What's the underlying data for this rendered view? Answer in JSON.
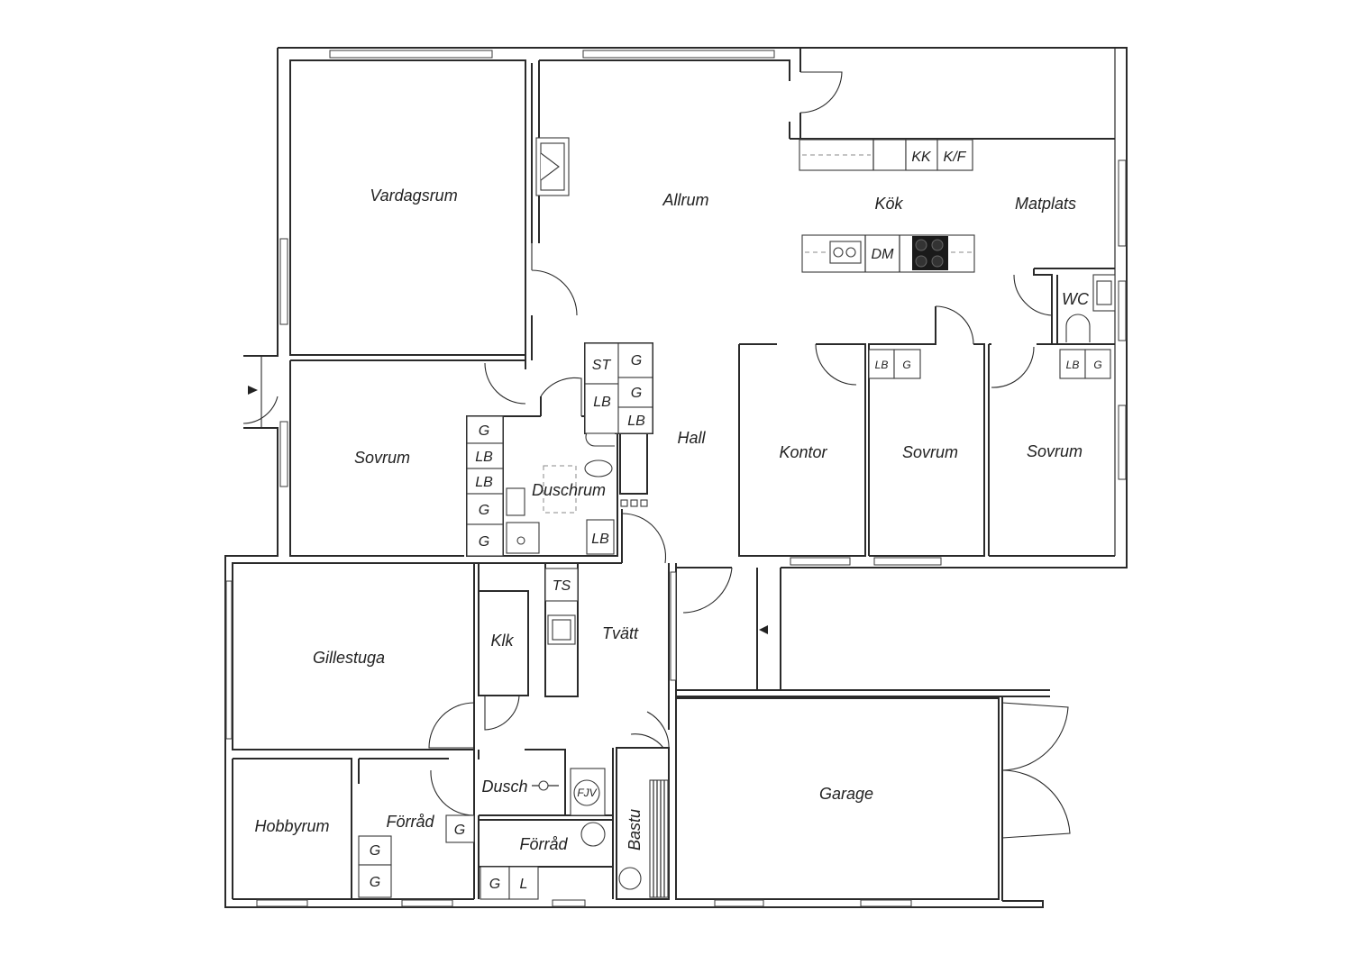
{
  "rooms": {
    "vardagsrum": "Vardagsrum",
    "allrum": "Allrum",
    "kok": "Kök",
    "matplats": "Matplats",
    "wc": "WC",
    "sovrum_west": "Sovrum",
    "duschrum": "Duschrum",
    "hall": "Hall",
    "kontor": "Kontor",
    "sovrum_mid": "Sovrum",
    "sovrum_east": "Sovrum",
    "gillestuga": "Gillestuga",
    "klk": "Klk",
    "tvatt": "Tvätt",
    "garage": "Garage",
    "hobbyrum": "Hobbyrum",
    "forrad_west": "Förråd",
    "dusch": "Dusch",
    "forrad_mid": "Förråd",
    "bastu": "Bastu"
  },
  "fixtures": {
    "kk": "KK",
    "kf": "K/F",
    "dm": "DM",
    "st": "ST",
    "g": "G",
    "lb": "LB",
    "ts": "TS",
    "l": "L",
    "fjv": "FJV"
  },
  "colors": {
    "wall": "#2a2a2a",
    "background": "#ffffff",
    "text": "#222222"
  }
}
